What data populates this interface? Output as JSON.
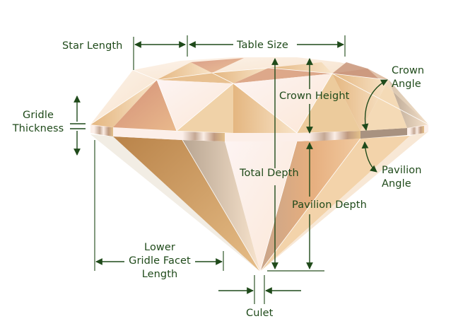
{
  "diagram": {
    "subject": "Round brilliant diamond anatomy",
    "colors": {
      "annotation": "#1f4a1a",
      "facet_light": "#fbeee2",
      "facet_mid": "#e9c596",
      "facet_dark": "#c08a4f",
      "facet_rose": "#d99a7c",
      "girdle_band": "#a89280",
      "background": "#ffffff"
    },
    "labels": {
      "star_length": "Star Length",
      "table_size": "Table Size",
      "crown_angle": [
        "Crown",
        "Angle"
      ],
      "crown_height": "Crown Height",
      "gridle_thickness": [
        "Gridle",
        "Thickness"
      ],
      "total_depth": "Total Depth",
      "pavilion_angle": [
        "Pavilion",
        "Angle"
      ],
      "pavilion_depth": "Pavilion Depth",
      "lower_gridle_facet_length": [
        "Lower",
        "Gridle Facet",
        "Length"
      ],
      "culet": "Culet"
    }
  }
}
